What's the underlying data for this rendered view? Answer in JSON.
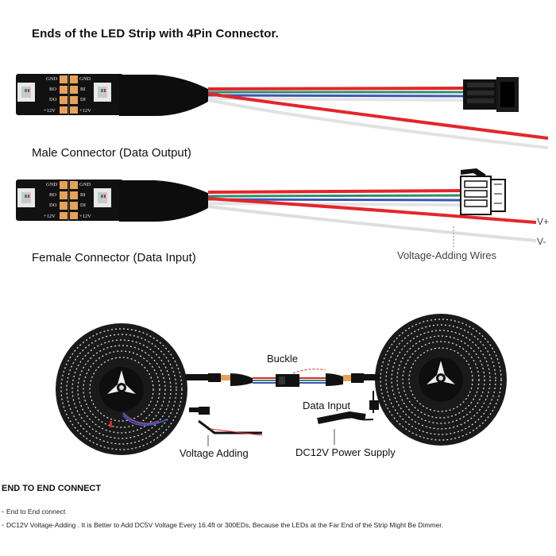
{
  "title": "Ends of the LED Strip with 4Pin Connector.",
  "male_connector": {
    "label": "Male Connector (Data Output)",
    "pads_left": [
      "GND",
      "BO",
      "DO",
      "+12V"
    ],
    "pads_right": [
      "GND",
      "BI",
      "DI",
      "+12V"
    ]
  },
  "female_connector": {
    "label": "Female Connector (Data Input)",
    "pads_left": [
      "GND",
      "BO",
      "DO",
      "+12V"
    ],
    "pads_right": [
      "GND",
      "BI",
      "DI",
      "+12V"
    ],
    "voltage_adding_label": "Voltage-Adding Wires",
    "vplus": "V+",
    "vminus": "V-"
  },
  "diagram": {
    "buckle": "Buckle",
    "data_input": "Data Input",
    "voltage_adding": "Voltage Adding",
    "power_supply": "DC12V Power Supply"
  },
  "section_heading": "END TO END CONNECT",
  "bullets": [
    "End to End connect",
    "DC12V Voltage-Adding . It is Better to Add DC5V Voltage Every 16.4ft or 300EDs, Because the LEDs at the Far End of the Strip Might Be Dimmer."
  ],
  "colors": {
    "wire_red": "#e3262b",
    "wire_green": "#2f8f6a",
    "wire_blue": "#3c55b5",
    "wire_white": "#dcdcdc",
    "pad_copper": "#e6a25a",
    "pcb_black": "#111111"
  }
}
